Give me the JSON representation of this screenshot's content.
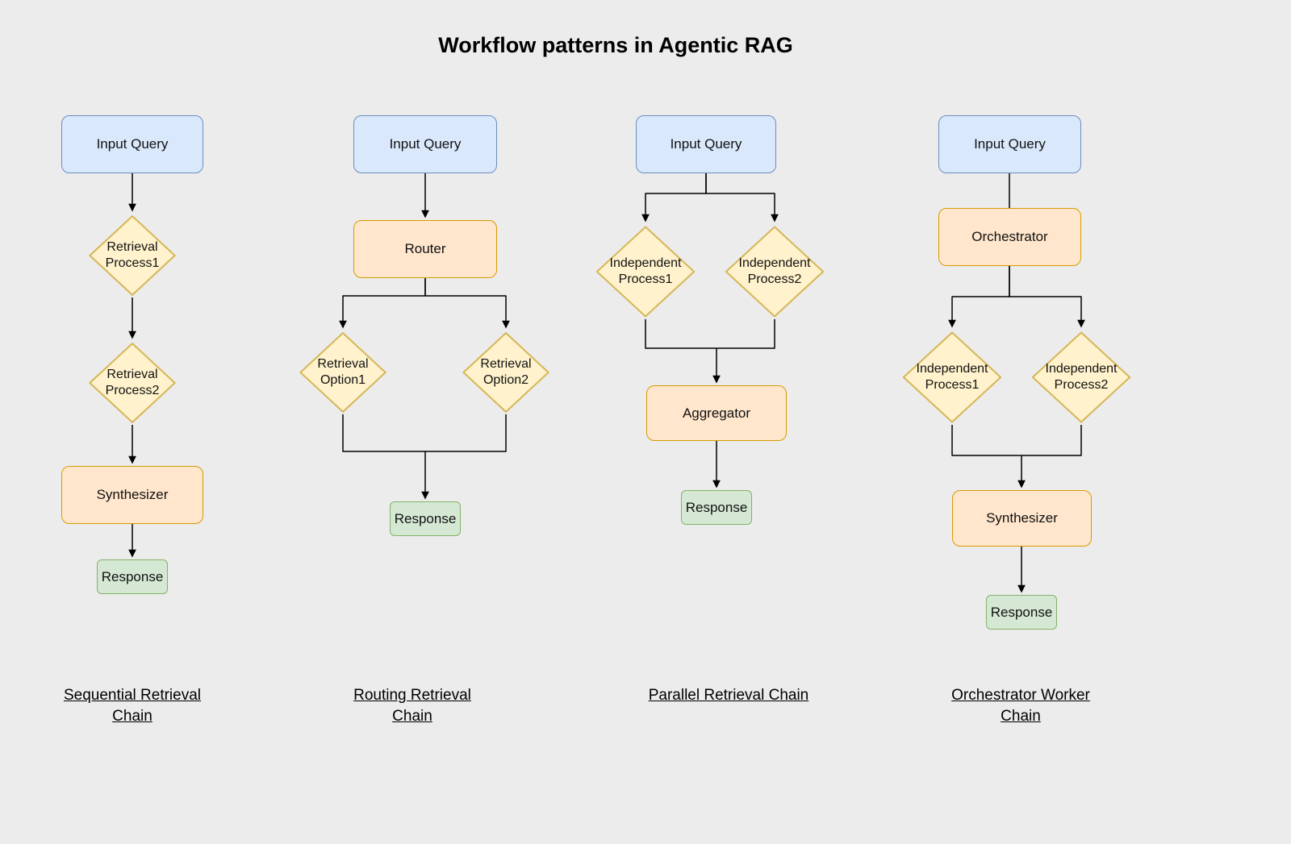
{
  "title": "Workflow patterns in Agentic RAG",
  "colors": {
    "background": "#ececec",
    "query_fill": "#dae8fc",
    "query_stroke": "#6c8ebf",
    "diamond_fill": "#fff2cc",
    "diamond_stroke": "#d6b656",
    "process_fill": "#ffe6cc",
    "process_stroke": "#d79b00",
    "response_fill": "#d5e8d4",
    "response_stroke": "#82b366",
    "arrow": "#000000"
  },
  "sequential": {
    "input_query": "Input Query",
    "process1": "Retrieval Process1",
    "process2": "Retrieval Process2",
    "synthesizer": "Synthesizer",
    "response": "Response",
    "caption": "Sequential Retrieval Chain"
  },
  "routing": {
    "input_query": "Input Query",
    "router": "Router",
    "option1": "Retrieval Option1",
    "option2": "Retrieval Option2",
    "response": "Response",
    "caption": "Routing Retrieval Chain"
  },
  "parallel": {
    "input_query": "Input Query",
    "process1": "Independent Process1",
    "process2": "Independent Process2",
    "aggregator": "Aggregator",
    "response": "Response",
    "caption": "Parallel Retrieval Chain"
  },
  "orchestrator": {
    "input_query": "Input Query",
    "orchestrator": "Orchestrator",
    "process1": "Independent Process1",
    "process2": "Independent Process2",
    "synthesizer": "Synthesizer",
    "response": "Response",
    "caption": "Orchestrator Worker Chain"
  }
}
